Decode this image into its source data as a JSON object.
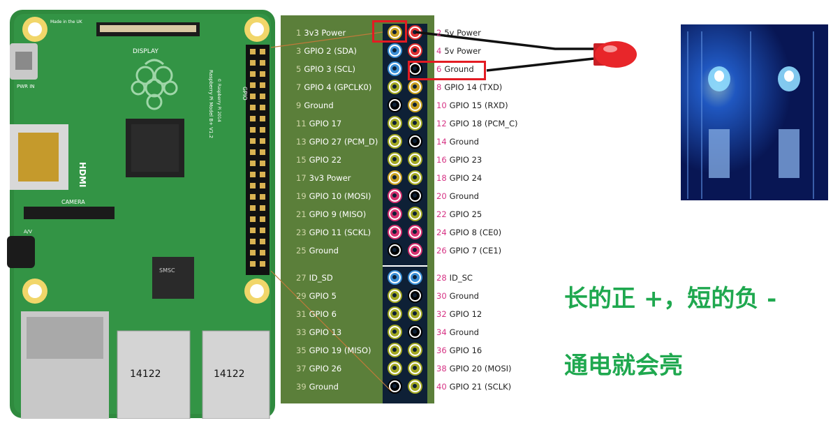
{
  "board": {
    "made_in": "Made in the UK",
    "display": "DISPLAY",
    "camera": "CAMERA",
    "hdmi": "HDMI",
    "audio": "A/V",
    "pwr": "PWR IN",
    "model": "Raspberry Pi Model B+ V1.2",
    "copyright": "© Raspberry Pi 2014",
    "gpio": "GPIO",
    "usb_left": "14122",
    "usb_right": "14122",
    "chip": "SMSC"
  },
  "pins_left": [
    {
      "num": "1",
      "label": "3v3 Power",
      "color": "#c8a020"
    },
    {
      "num": "3",
      "label": "GPIO 2 (SDA)",
      "color": "#3a8fd6"
    },
    {
      "num": "5",
      "label": "GPIO 3 (SCL)",
      "color": "#3a8fd6"
    },
    {
      "num": "7",
      "label": "GPIO 4 (GPCLK0)",
      "color": "#a3a822"
    },
    {
      "num": "9",
      "label": "Ground",
      "color": "#000000"
    },
    {
      "num": "11",
      "label": "GPIO 17",
      "color": "#a3a822"
    },
    {
      "num": "13",
      "label": "GPIO 27 (PCM_D)",
      "color": "#a3a822"
    },
    {
      "num": "15",
      "label": "GPIO 22",
      "color": "#a3a822"
    },
    {
      "num": "17",
      "label": "3v3 Power",
      "color": "#c8a020"
    },
    {
      "num": "19",
      "label": "GPIO 10 (MOSI)",
      "color": "#d6316f"
    },
    {
      "num": "21",
      "label": "GPIO 9 (MISO)",
      "color": "#d6316f"
    },
    {
      "num": "23",
      "label": "GPIO 11 (SCKL)",
      "color": "#d6316f"
    },
    {
      "num": "25",
      "label": "Ground",
      "color": "#000000"
    },
    {
      "num": "27",
      "label": "ID_SD",
      "color": "#3a8fd6"
    },
    {
      "num": "29",
      "label": "GPIO 5",
      "color": "#a3a822"
    },
    {
      "num": "31",
      "label": "GPIO 6",
      "color": "#a3a822"
    },
    {
      "num": "33",
      "label": "GPIO 13",
      "color": "#a3a822"
    },
    {
      "num": "35",
      "label": "GPIO 19 (MISO)",
      "color": "#a3a822"
    },
    {
      "num": "37",
      "label": "GPIO 26",
      "color": "#a3a822"
    },
    {
      "num": "39",
      "label": "Ground",
      "color": "#000000"
    }
  ],
  "pins_right": [
    {
      "num": "2",
      "label": "5v Power",
      "color": "#e03030"
    },
    {
      "num": "4",
      "label": "5v Power",
      "color": "#e03030"
    },
    {
      "num": "6",
      "label": "Ground",
      "color": "#000000"
    },
    {
      "num": "8",
      "label": "GPIO 14 (TXD)",
      "color": "#c8a020"
    },
    {
      "num": "10",
      "label": "GPIO 15 (RXD)",
      "color": "#c8a020"
    },
    {
      "num": "12",
      "label": "GPIO 18 (PCM_C)",
      "color": "#a3a822"
    },
    {
      "num": "14",
      "label": "Ground",
      "color": "#000000"
    },
    {
      "num": "16",
      "label": "GPIO 23",
      "color": "#a3a822"
    },
    {
      "num": "18",
      "label": "GPIO 24",
      "color": "#a3a822"
    },
    {
      "num": "20",
      "label": "Ground",
      "color": "#000000"
    },
    {
      "num": "22",
      "label": "GPIO 25",
      "color": "#a3a822"
    },
    {
      "num": "24",
      "label": "GPIO 8 (CE0)",
      "color": "#d6316f"
    },
    {
      "num": "26",
      "label": "GPIO 7 (CE1)",
      "color": "#d6316f"
    },
    {
      "num": "28",
      "label": "ID_SC",
      "color": "#3a8fd6"
    },
    {
      "num": "30",
      "label": "Ground",
      "color": "#000000"
    },
    {
      "num": "32",
      "label": "GPIO 12",
      "color": "#a3a822"
    },
    {
      "num": "34",
      "label": "Ground",
      "color": "#000000"
    },
    {
      "num": "36",
      "label": "GPIO 16",
      "color": "#a3a822"
    },
    {
      "num": "38",
      "label": "GPIO 20 (MOSI)",
      "color": "#a3a822"
    },
    {
      "num": "40",
      "label": "GPIO 21 (SCLK)",
      "color": "#a3a822"
    }
  ],
  "captions": {
    "line1": "长的正 +，短的负 -",
    "line2": "通电就会亮"
  },
  "colors": {
    "highlight": "#e31b23",
    "caption": "#1fa84f",
    "led": "#e8262a",
    "board_green": "#2f8a3e"
  }
}
